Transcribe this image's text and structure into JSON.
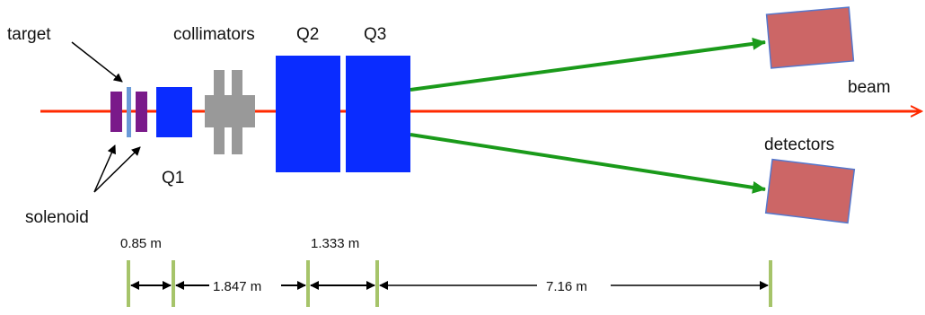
{
  "labels": {
    "target": "target",
    "collimators": "collimators",
    "q1": "Q1",
    "q2": "Q2",
    "q3": "Q3",
    "beam": "beam",
    "detectors": "detectors",
    "solenoid": "solenoid"
  },
  "distances": {
    "d1": "0.85 m",
    "d2": "1.847 m",
    "d3": "1.333 m",
    "d4": "7.16 m"
  },
  "colors": {
    "beam": "#ff2a00",
    "scatter_arrows": "#1a9a1a",
    "quadrupole": "#0a2cff",
    "solenoid": "#7a1a8a",
    "target": "#6a9ad8",
    "collimator": "#999999",
    "detector_fill": "#cc6666",
    "detector_edge": "#5577cc",
    "marker": "#a6c46a"
  }
}
